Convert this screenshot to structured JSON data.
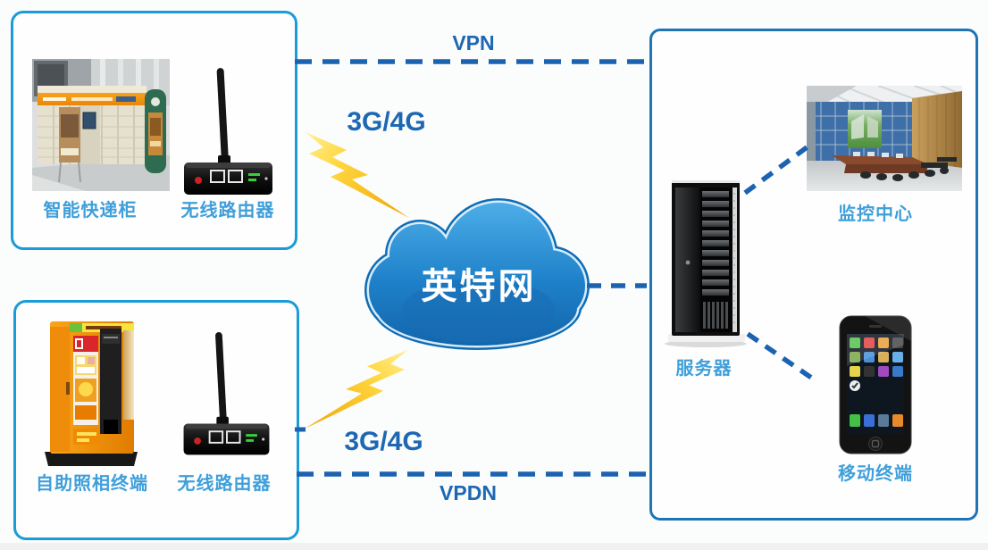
{
  "cloud": {
    "label": "英特网"
  },
  "links": {
    "vpn": "VPN",
    "vpdn": "VPDN",
    "g34_top": "3G/4G",
    "g34_bottom": "3G/4G"
  },
  "groups": {
    "courier": {
      "device": "智能快递柜",
      "router": "无线路由器"
    },
    "photo": {
      "terminal": "自助照相终端",
      "router": "无线路由器"
    },
    "center": {
      "server": "服务器",
      "monitor": "监控中心",
      "mobile": "移动终端"
    }
  },
  "icons": {
    "cloud": "internet-cloud-shape",
    "lightning": "wireless-lightning-bolt",
    "cabinet": "smart-express-locker-photo",
    "router": "wireless-router-photo",
    "kiosk": "self-photo-terminal-photo",
    "server": "server-rack-photo",
    "monitor_room": "monitoring-center-photo",
    "phone": "smartphone-photo"
  },
  "colors": {
    "box_border_left": "#1b9bd7",
    "box_border_right": "#1f74b4",
    "dash_line": "#1b62b0",
    "device_label": "#3f9fda",
    "link_label": "#1d67b3",
    "cloud_top": "#4fb0ea",
    "cloud_bottom": "#1263a9",
    "bolt_light": "#fff3a6",
    "bolt_dark": "#f0a400"
  }
}
